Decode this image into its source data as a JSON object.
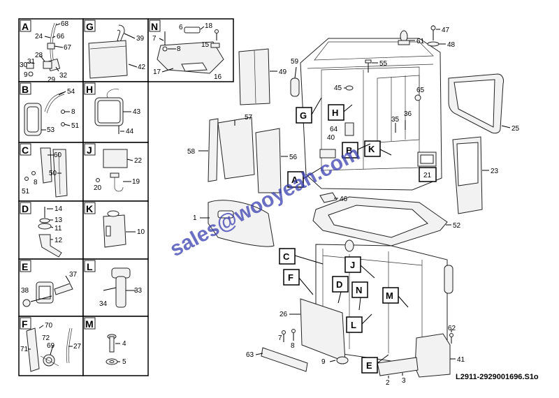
{
  "watermark": "sales@wooyeah.com",
  "reference": "L2911-2929001696.S1o",
  "panels": {
    "A": {
      "letter": "A",
      "parts": [
        "68",
        "24",
        "66",
        "67",
        "31",
        "28",
        "30",
        "9",
        "32",
        "29"
      ]
    },
    "G": {
      "letter": "G",
      "parts": [
        "39",
        "42"
      ]
    },
    "N": {
      "letter": "N",
      "parts": [
        "6",
        "18",
        "7",
        "8",
        "15",
        "17",
        "16"
      ]
    },
    "B": {
      "letter": "B",
      "parts": [
        "54",
        "8",
        "51",
        "53"
      ]
    },
    "H": {
      "letter": "H",
      "parts": [
        "43",
        "44"
      ]
    },
    "C": {
      "letter": "C",
      "parts": [
        "60",
        "50",
        "8",
        "51"
      ]
    },
    "J": {
      "letter": "J",
      "parts": [
        "22",
        "20",
        "19"
      ]
    },
    "D": {
      "letter": "D",
      "parts": [
        "14",
        "13",
        "11",
        "12"
      ]
    },
    "K": {
      "letter": "K",
      "parts": [
        "10"
      ]
    },
    "E": {
      "letter": "E",
      "parts": [
        "37",
        "38"
      ]
    },
    "L": {
      "letter": "L",
      "parts": [
        "33",
        "34"
      ]
    },
    "F": {
      "letter": "F",
      "parts": [
        "70",
        "72",
        "69",
        "71",
        "27"
      ]
    },
    "M": {
      "letter": "M",
      "parts": [
        "4",
        "5"
      ]
    }
  },
  "main_callouts": [
    "G",
    "H",
    "B",
    "K",
    "A",
    "C",
    "J",
    "F",
    "D",
    "N",
    "M",
    "L",
    "E"
  ],
  "main_parts": [
    "47",
    "48",
    "61",
    "55",
    "59",
    "49",
    "45",
    "65",
    "64",
    "40",
    "35",
    "36",
    "25",
    "57",
    "58",
    "56",
    "21",
    "23",
    "46",
    "1",
    "52",
    "62",
    "26",
    "7",
    "8",
    "63",
    "9",
    "41",
    "2",
    "3"
  ]
}
